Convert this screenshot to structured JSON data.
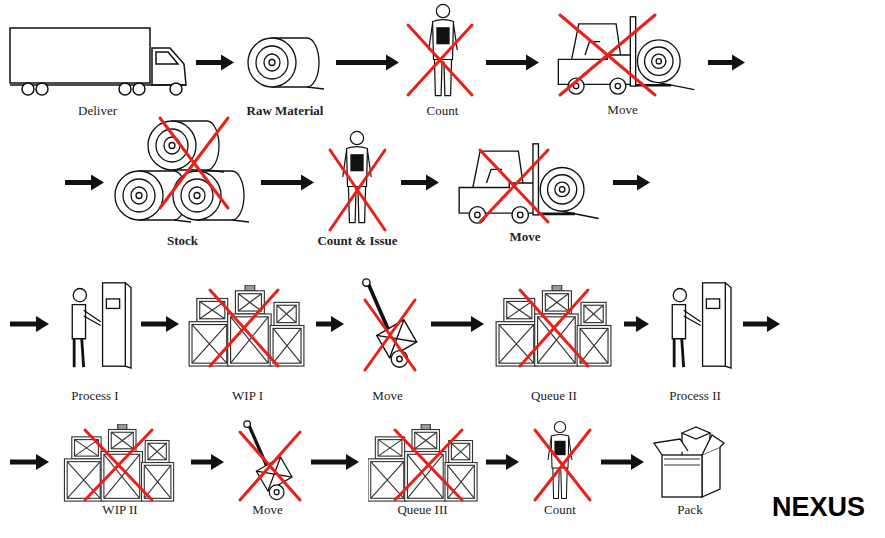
{
  "diagram": {
    "nodes": [
      {
        "text": [
          "Deliver"
        ]
      },
      {
        "text": [
          "Raw Material"
        ]
      },
      {
        "text": [
          "Count"
        ]
      },
      {
        "text": [
          "Move"
        ]
      },
      {
        "text": [
          "Stock"
        ]
      },
      {
        "text": [
          "Count & Issue"
        ]
      },
      {
        "text": [
          "Move"
        ]
      },
      {
        "text": [
          "Process I"
        ]
      },
      {
        "text": [
          "WIP I"
        ]
      },
      {
        "text": [
          "Move"
        ]
      },
      {
        "text": [
          "Queue II"
        ]
      },
      {
        "text": [
          "Process II"
        ]
      },
      {
        "text": [
          "WIP II"
        ]
      },
      {
        "text": [
          "Move"
        ]
      },
      {
        "text": [
          "Queue III"
        ]
      },
      {
        "text": [
          "Count"
        ]
      },
      {
        "text": [
          "Pack"
        ]
      }
    ],
    "edges": [
      {
        "from": 0,
        "to": 1,
        "arrow": "to"
      },
      {
        "from": 1,
        "to": 2,
        "arrow": "to"
      },
      {
        "from": 2,
        "to": 3,
        "arrow": "to"
      },
      {
        "from": 3,
        "to": 4,
        "arrow": "to"
      },
      {
        "from": 4,
        "to": 5,
        "arrow": "to"
      },
      {
        "from": 5,
        "to": 6,
        "arrow": "to"
      },
      {
        "from": 6,
        "to": 7,
        "arrow": "to"
      },
      {
        "from": 7,
        "to": 8,
        "arrow": "to"
      },
      {
        "from": 8,
        "to": 9,
        "arrow": "to"
      },
      {
        "from": 9,
        "to": 10,
        "arrow": "to"
      },
      {
        "from": 10,
        "to": 11,
        "arrow": "to"
      },
      {
        "from": 11,
        "to": 12,
        "arrow": "to"
      },
      {
        "from": 12,
        "to": 13,
        "arrow": "to"
      },
      {
        "from": 13,
        "to": 14,
        "arrow": "to"
      },
      {
        "from": 14,
        "to": 15,
        "arrow": "to"
      },
      {
        "from": 15,
        "to": 16,
        "arrow": "to"
      }
    ],
    "labels": [
      "NEXUS"
    ]
  }
}
